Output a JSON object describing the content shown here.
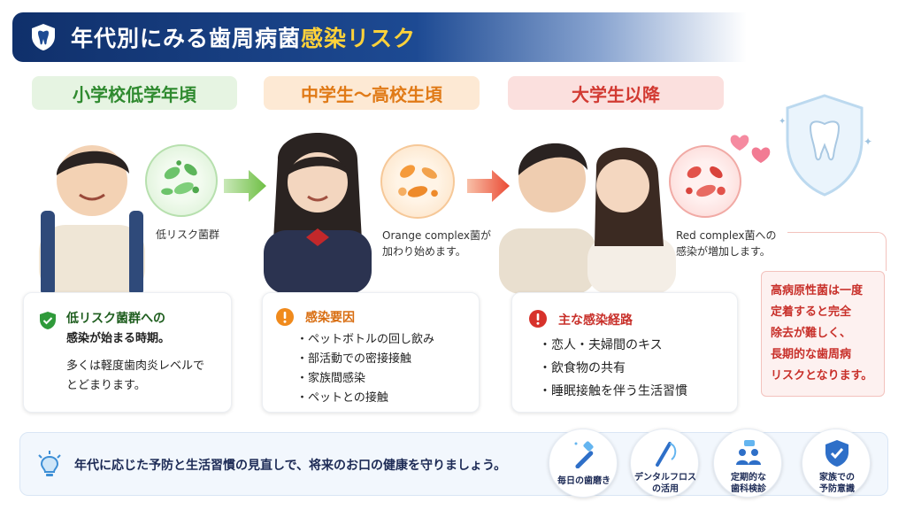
{
  "header": {
    "title_main": "年代別にみる歯周病菌",
    "title_highlight": "感染リスク"
  },
  "stages": [
    {
      "label": "小学校低学年頃",
      "bacteria_caption": "低リスク菌群",
      "card": {
        "title": "低リスク菌群への",
        "title_line2": "感染が始まる時期。",
        "body_lines": [
          "多くは軽度歯肉炎レベルで",
          "とどまります。"
        ]
      }
    },
    {
      "label": "中学生〜高校生頃",
      "bacteria_caption": [
        "Orange complex菌が",
        "加わり始めます。"
      ],
      "card": {
        "title": "感染要因",
        "items": [
          "ペットボトルの回し飲み",
          "部活動での密接接触",
          "家族間感染",
          "ペットとの接触"
        ]
      }
    },
    {
      "label": "大学生以降",
      "bacteria_caption": [
        "Red complex菌への",
        "感染が増加します。"
      ],
      "card": {
        "title": "主な感染経路",
        "items": [
          "恋人・夫婦間のキス",
          "飲食物の共有",
          "睡眠接触を伴う生活習慣"
        ]
      }
    }
  ],
  "warning": [
    "高病原性菌は一度",
    "定着すると完全",
    "除去が難しく、",
    "長期的な歯周病",
    "リスクとなります。"
  ],
  "bottom": {
    "message": "年代に応じた予防と生活習慣の見直しで、将来のお口の健康を守りましょう。",
    "tips": [
      {
        "icon": "toothbrush-icon",
        "label": [
          "毎日の歯磨き"
        ]
      },
      {
        "icon": "floss-icon",
        "label": [
          "デンタルフロス",
          "の活用"
        ]
      },
      {
        "icon": "dental-checkup-icon",
        "label": [
          "定期的な",
          "歯科検診"
        ]
      },
      {
        "icon": "shield-check-icon",
        "label": [
          "家族での",
          "予防意識"
        ]
      }
    ]
  },
  "colors": {
    "header": "#10306b",
    "accent_yellow": "#ffd23a",
    "green": "#2f8a2f",
    "orange": "#e07a17",
    "red": "#d23a32"
  }
}
